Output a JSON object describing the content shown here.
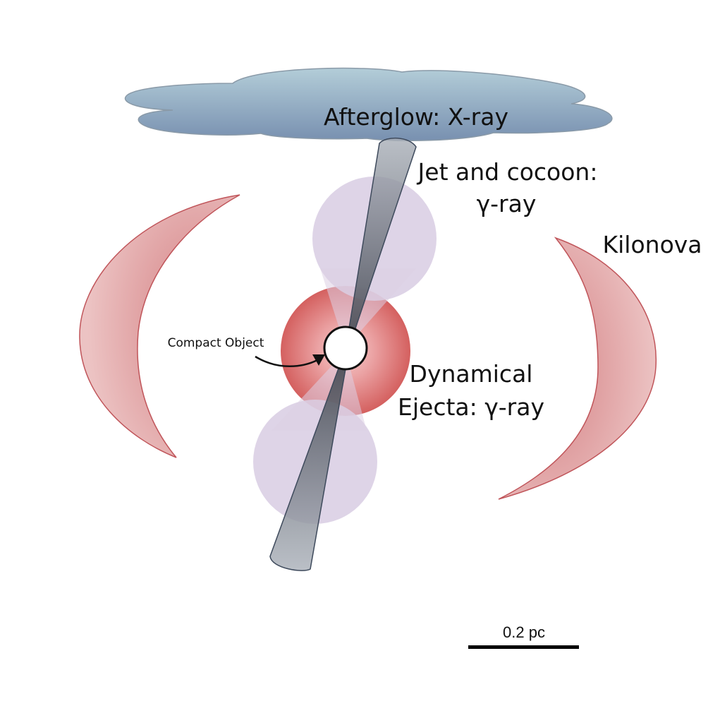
{
  "labels": {
    "afterglow": "Afterglow: X-ray",
    "jet_line1": "Jet and cocoon:",
    "jet_line2": "γ-ray",
    "kilonova": "Kilonova",
    "ejecta_line1": "Dynamical",
    "ejecta_line2": "Ejecta: γ-ray",
    "compact_object": "Compact Object",
    "scale_bar": "0.2 pc"
  },
  "colors": {
    "cloud_top": "#b3cdd8",
    "cloud_bottom": "#7890b0",
    "cloud_stroke": "#8a9aa8",
    "crescent_fill": "#e2a0a2",
    "crescent_dark": "#d47f82",
    "crescent_stroke": "#c0555a",
    "ejecta_outer": "#d9666a",
    "ejecta_inner": "#f0b5b6",
    "cocoon": "#d8cde3",
    "jet_fill": "#5a5f6a",
    "jet_stroke": "#3e4a5c",
    "compact_fill": "#ffffff",
    "text": "#111111"
  }
}
